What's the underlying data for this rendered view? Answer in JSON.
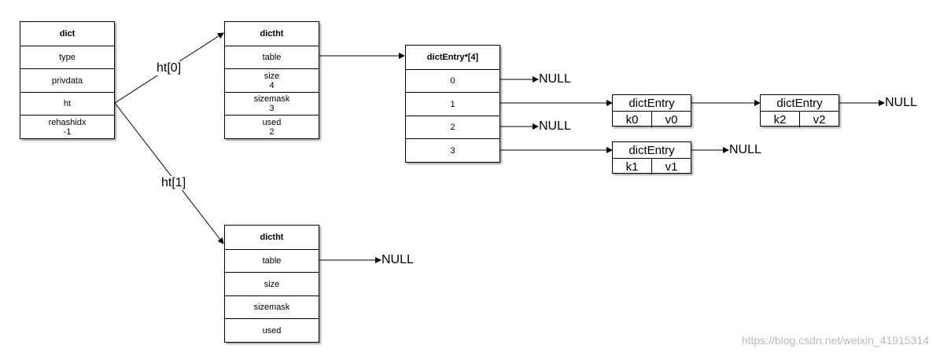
{
  "dict": {
    "header": "dict",
    "fields": [
      "type",
      "privdata",
      "ht",
      "rehashidx"
    ],
    "rehashidx_value": "-1"
  },
  "edges": {
    "ht0": "ht[0]",
    "ht1": "ht[1]"
  },
  "dictht0": {
    "header": "dictht",
    "table": "table",
    "size_label": "size",
    "size_value": "4",
    "sizemask_label": "sizemask",
    "sizemask_value": "3",
    "used_label": "used",
    "used_value": "2"
  },
  "dictht1": {
    "header": "dictht",
    "fields": [
      "table",
      "size",
      "sizemask",
      "used"
    ]
  },
  "table_array": {
    "header": "dictEntry*[4]",
    "indices": [
      "0",
      "1",
      "2",
      "3"
    ]
  },
  "entries": [
    {
      "title": "dictEntry",
      "key": "k0",
      "value": "v0"
    },
    {
      "title": "dictEntry",
      "key": "k2",
      "value": "v2"
    },
    {
      "title": "dictEntry",
      "key": "k1",
      "value": "v1"
    }
  ],
  "null_label": "NULL",
  "watermark": "https://blog.csdn.net/weixin_41915314"
}
